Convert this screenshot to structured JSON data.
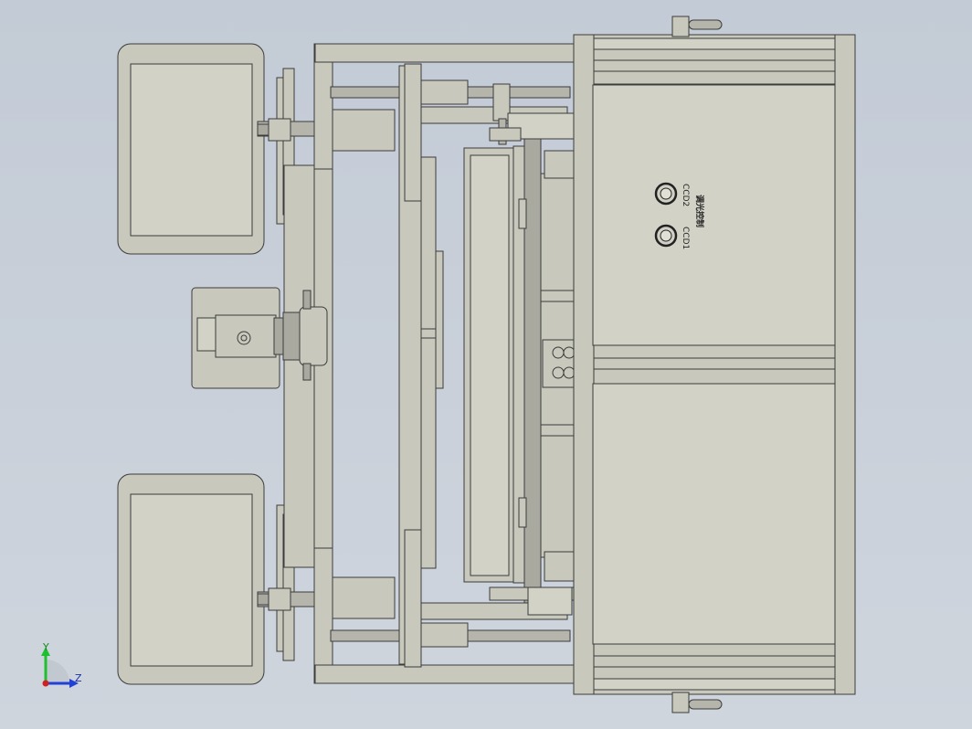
{
  "panel": {
    "connector_1": "CCD1",
    "connector_2": "CCD2",
    "control_label": "调光控制"
  },
  "triad": {
    "y_label": "Y",
    "z_label": "Z"
  },
  "colors": {
    "background": "#c9d0da",
    "part_fill": "#c8c8bc",
    "edge": "#3c3c3c",
    "y_axis": "#1fbf2f",
    "z_axis": "#2040d8",
    "origin": "#d02020"
  }
}
